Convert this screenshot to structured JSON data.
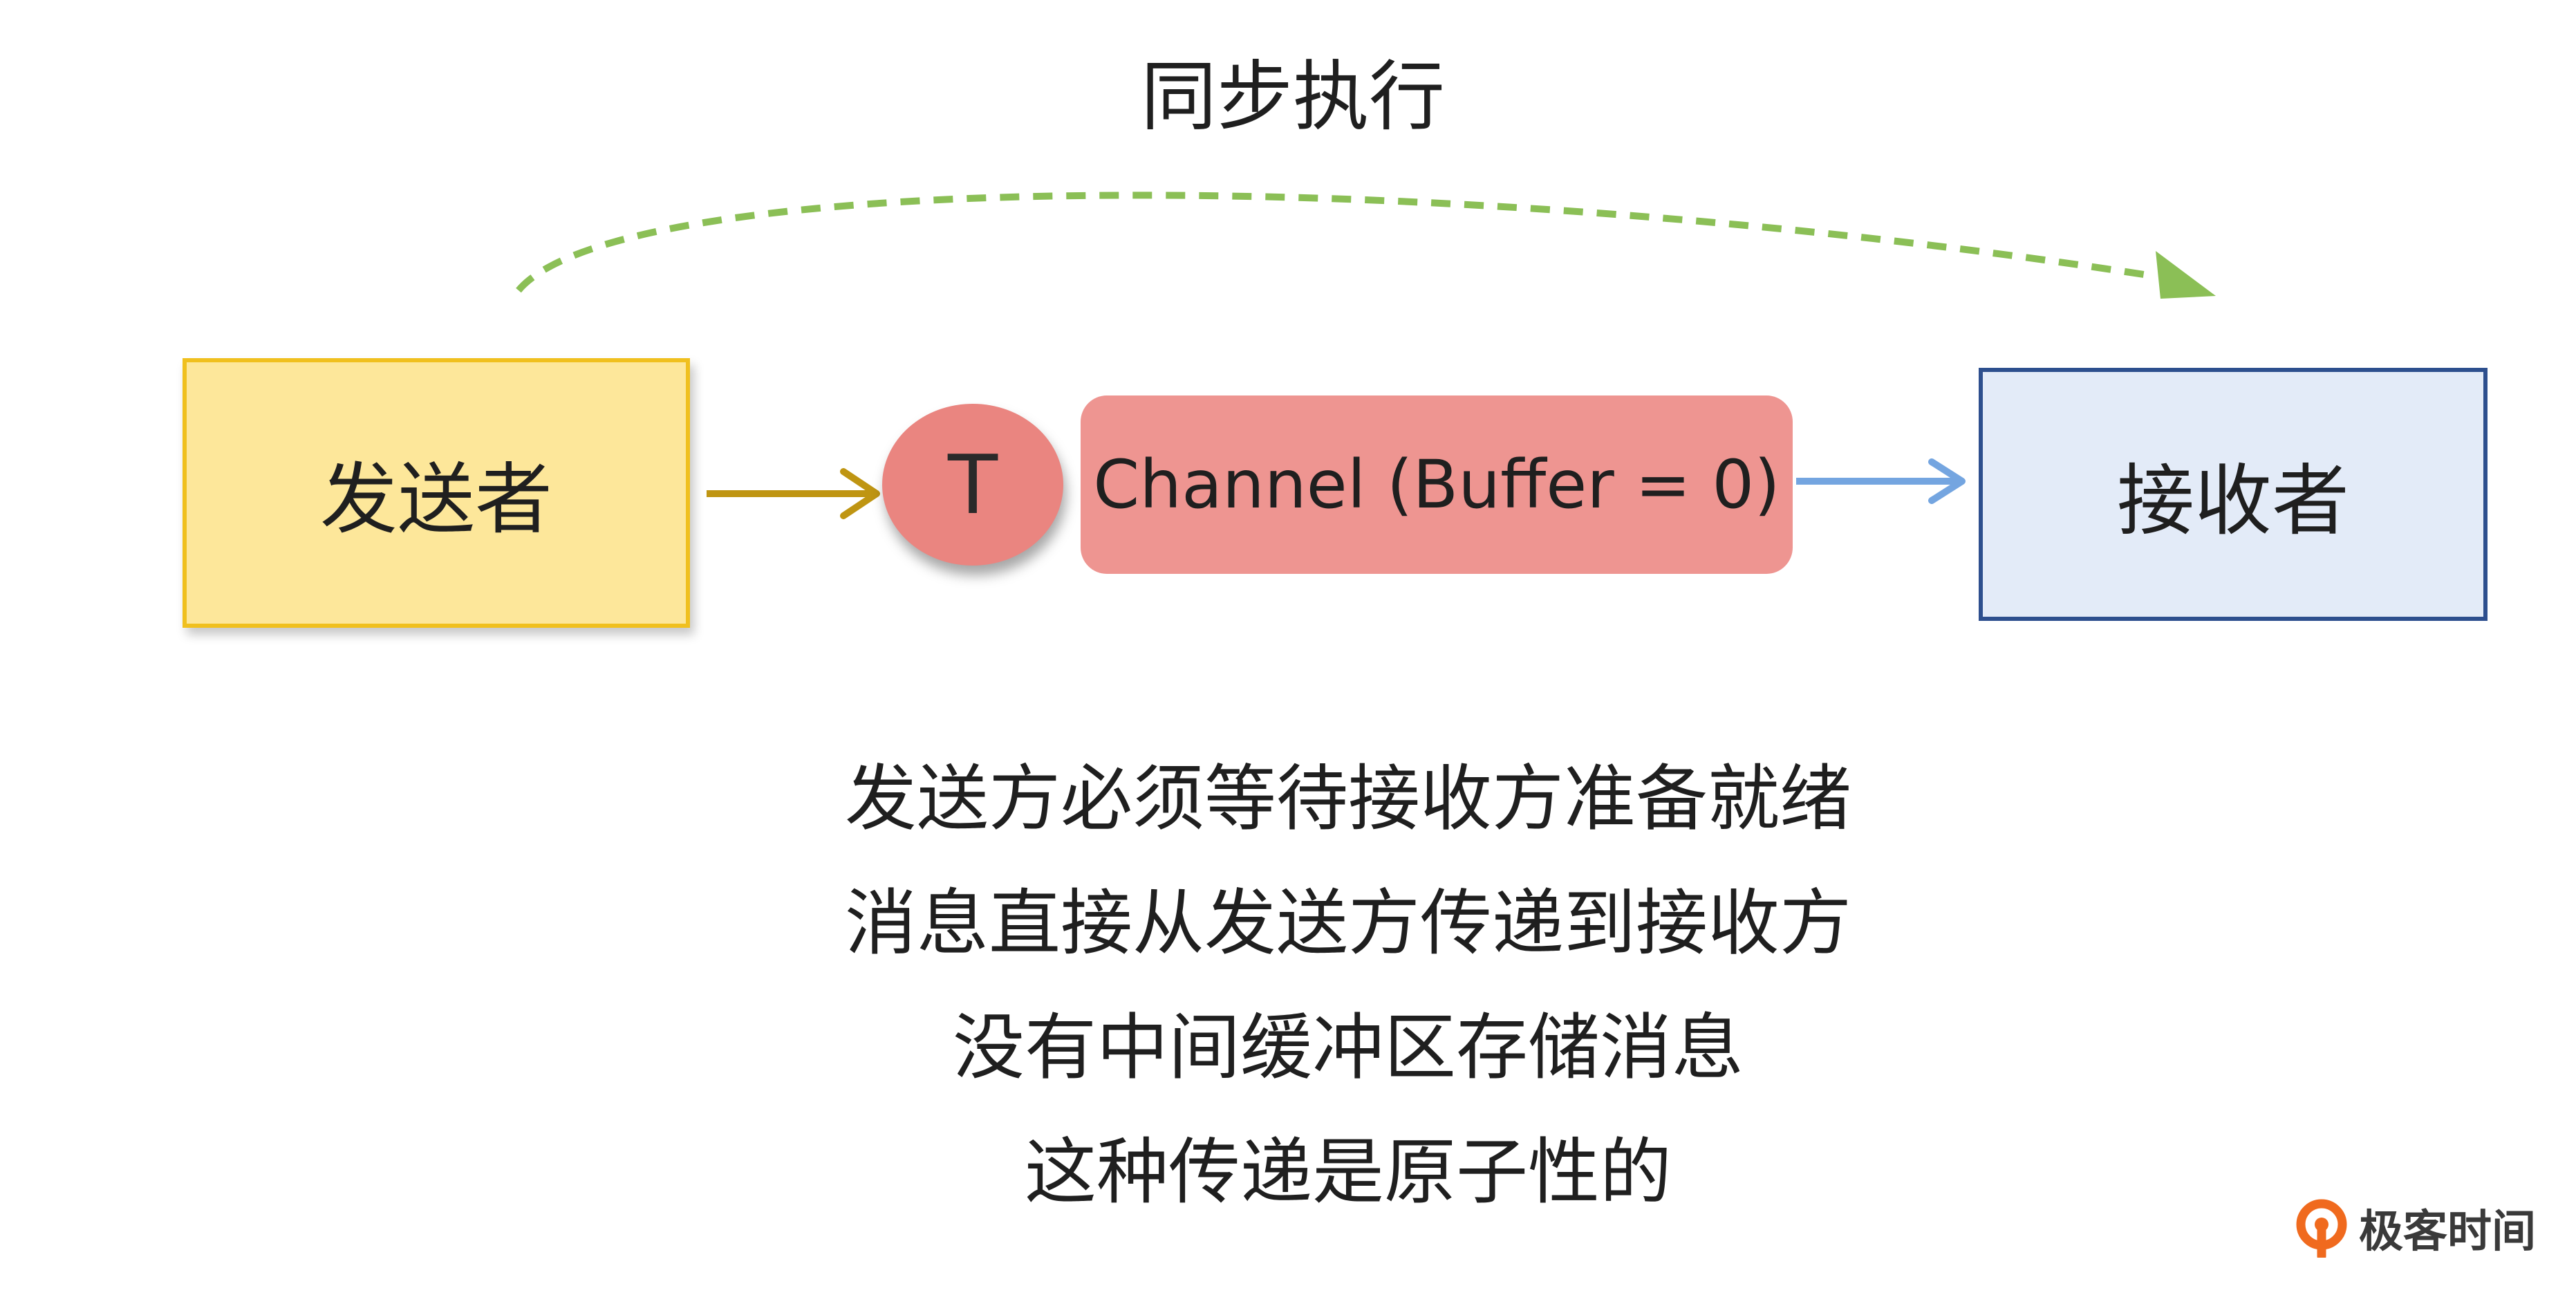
{
  "diagram": {
    "title": "同步执行",
    "sender": "发送者",
    "token": "T",
    "channel": "Channel (Buffer = 0)",
    "receiver": "接收者",
    "notes": [
      "发送方必须等待接收方准备就绪",
      "消息直接从发送方传递到接收方",
      "没有中间缓冲区存储消息",
      "这种传递是原子性的"
    ]
  },
  "brand": {
    "label": "极客时间",
    "icon": "geektime-logo-icon",
    "color": "#f06a1e"
  },
  "colors": {
    "sender_fill": "#fde79a",
    "sender_border": "#f0c01e",
    "receiver_fill": "#e3ebf8",
    "receiver_border": "#2d4f8e",
    "token_fill": "#ea8580",
    "channel_fill": "#ee9591",
    "sync_arrow": "#8bbf56",
    "send_arrow": "#bf9512",
    "deliver_arrow": "#74a5e0"
  }
}
